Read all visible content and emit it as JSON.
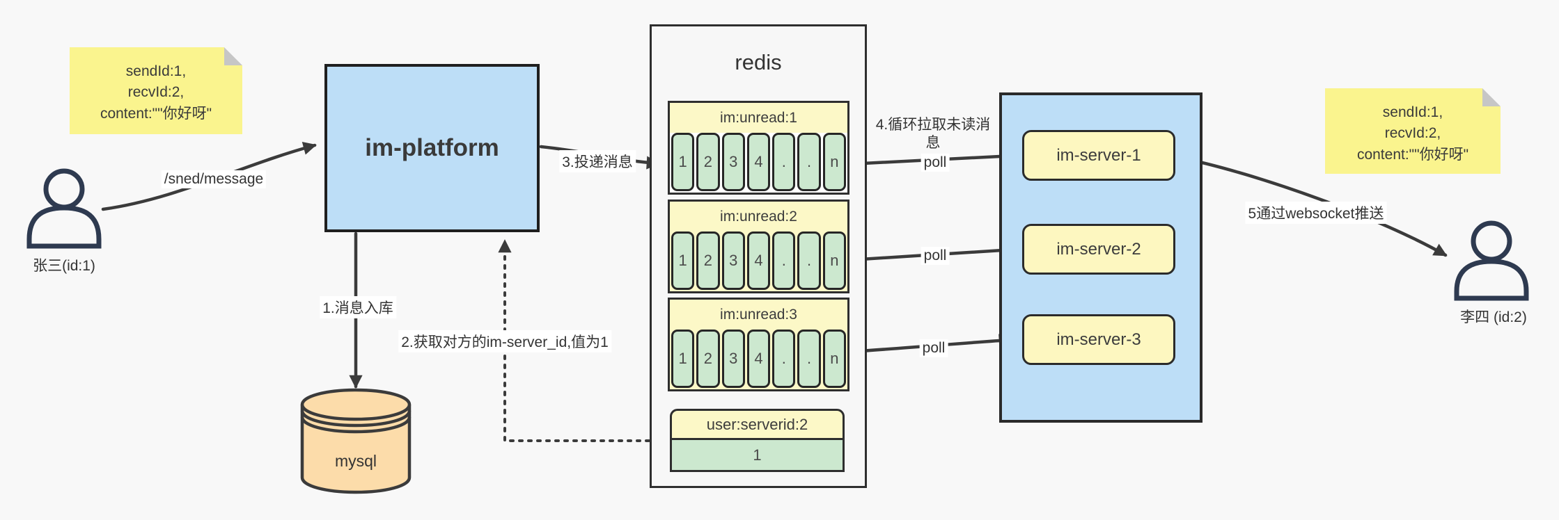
{
  "actors": {
    "sender": {
      "name": "张三(id:1)"
    },
    "receiver": {
      "name": "李四 (id:2)"
    }
  },
  "notes": {
    "left": {
      "line1": "sendId:1,",
      "line2": "recvId:2,",
      "line3": "content:\"\"你好呀\""
    },
    "right": {
      "line1": "sendId:1,",
      "line2": "recvId:2,",
      "line3": "content:\"\"你好呀\""
    }
  },
  "platform": {
    "label": "im-platform"
  },
  "database": {
    "label": "mysql"
  },
  "redis": {
    "title": "redis",
    "queues": [
      {
        "title": "im:unread:1",
        "cells": [
          "1",
          "2",
          "3",
          "4",
          ".",
          ".",
          "n"
        ]
      },
      {
        "title": "im:unread:2",
        "cells": [
          "1",
          "2",
          "3",
          "4",
          ".",
          ".",
          "n"
        ]
      },
      {
        "title": "im:unread:3",
        "cells": [
          "1",
          "2",
          "3",
          "4",
          ".",
          ".",
          "n"
        ]
      }
    ],
    "kv": {
      "title": "user:serverid:2",
      "value": "1"
    }
  },
  "cluster": {
    "servers": [
      {
        "label": "im-server-1"
      },
      {
        "label": "im-server-2"
      },
      {
        "label": "im-server-3"
      }
    ]
  },
  "edges": {
    "send": "/sned/message",
    "step1": "1.消息入库",
    "step2": "2.获取对方的im-server_id,值为1",
    "step3": "3.投递消息",
    "step4": "4.循环拉取未读消息",
    "poll1": "poll",
    "poll2": "poll",
    "poll3": "poll",
    "step5": "5通过websocket推送"
  },
  "colors": {
    "background": "#f8f8f8",
    "blue_block": "#bddef7",
    "yellow_note": "#faf48e",
    "yellow_header": "#fcf8c7",
    "yellow_server": "#fdf7c0",
    "green_cell": "#cce8cf",
    "orange_db": "#fcdcaa",
    "stroke": "#3b3b3b",
    "person_stroke": "#2e3a50"
  }
}
